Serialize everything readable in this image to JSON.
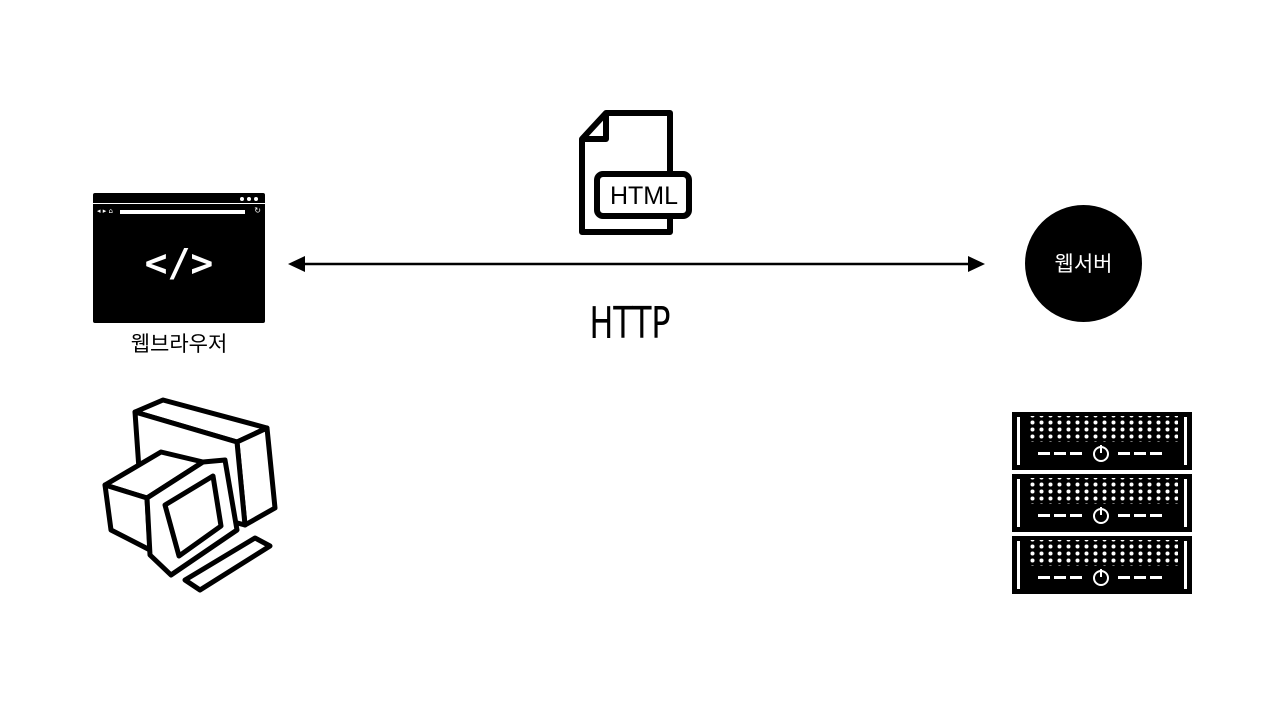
{
  "client": {
    "browser_label": "웹브라우저",
    "browser_code": "</>",
    "browser_nav": "◂ ▸ ⌂",
    "browser_reload": "↻"
  },
  "server": {
    "label": "웹서버"
  },
  "connection": {
    "protocol_label": "HTTP",
    "document_label": "HTML"
  },
  "icons": {
    "browser": "browser-window-icon",
    "document": "html-document-icon",
    "computer": "desktop-computer-icon",
    "server": "server-rack-icon",
    "arrow": "double-headed-arrow"
  }
}
